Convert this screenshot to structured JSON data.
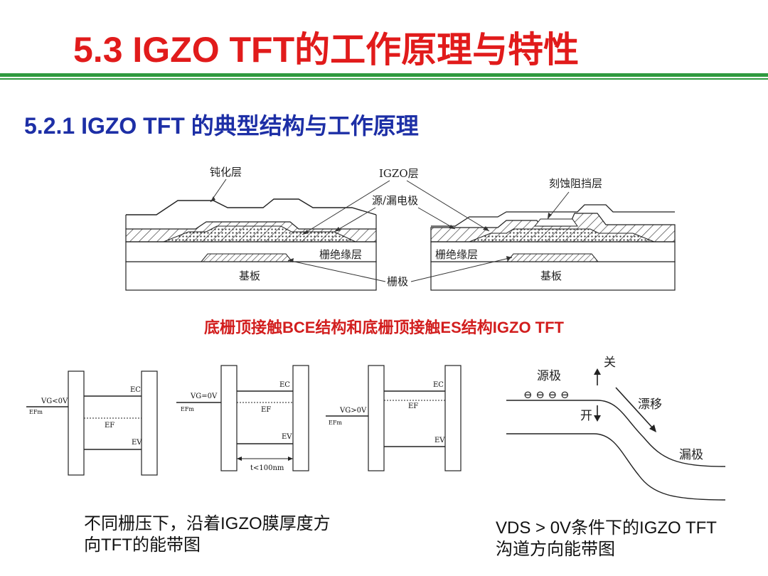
{
  "title": "5.3 IGZO TFT的工作原理与特性",
  "subtitle": "5.2.1 IGZO TFT 的典型结构与工作原理",
  "structure_diagram": {
    "labels": {
      "passivation": "钝化层",
      "igzo": "IGZO层",
      "source_drain": "源/漏电极",
      "etch_stop": "刻蚀阻挡层",
      "gate_insulator_left": "栅绝缘层",
      "gate_insulator_right": "栅绝缘层",
      "substrate_left": "基板",
      "substrate_right": "基板",
      "gate": "栅极"
    }
  },
  "structure_caption": "底栅顶接触BCE结构和底栅顶接触ES结构IGZO TFT",
  "band_diagrams": [
    {
      "vg": "VG<0V",
      "efm": "EFm",
      "ec": "EC",
      "ef": "EF",
      "ev": "EV"
    },
    {
      "vg": "VG=0V",
      "efm": "EFm",
      "ec": "EC",
      "ef": "EF",
      "ev": "EV",
      "thickness": "t<100nm"
    },
    {
      "vg": "VG>0V",
      "efm": "EFm",
      "ec": "EC",
      "ef": "EF",
      "ev": "EV"
    }
  ],
  "channel_diagram": {
    "source": "源极",
    "off": "关",
    "on": "开",
    "drift": "漂移",
    "drain": "漏极",
    "electrons": "⊖ ⊖ ⊖ ⊖"
  },
  "caption_left": {
    "line1": "不同栅压下，沿着IGZO膜厚度方",
    "line2": "向TFT的能带图"
  },
  "caption_right": {
    "line1": "VDS > 0V条件下的IGZO TFT",
    "line2": "沟道方向能带图"
  }
}
